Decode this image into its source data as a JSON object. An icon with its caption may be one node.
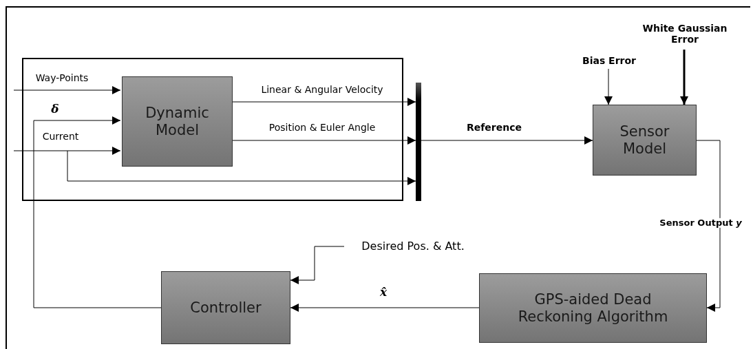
{
  "diagram": {
    "nodes": [
      {
        "text": [],
        "shape": "box"
      },
      {
        "text": [
          "Dynamic Model"
        ],
        "in": 0
      },
      {
        "text": [],
        "shape": "bar"
      },
      {
        "text": [
          "Bias Error"
        ]
      },
      {
        "text": [
          "White Gaussian Error"
        ]
      },
      {
        "text": [
          "Sensor Model"
        ]
      },
      {
        "text": [
          "Desired Pos. & Att."
        ]
      },
      {
        "text": [
          "Controller"
        ]
      },
      {
        "text": [
          "GPS-aided Dead Reckoning Algorithm"
        ]
      }
    ],
    "edges": [
      {
        "from": null,
        "to": 1,
        "arrow": "to",
        "label": "Way-Points"
      },
      {
        "from": 7,
        "to": 1,
        "arrow": "to",
        "label": "δ"
      },
      {
        "from": null,
        "to": 1,
        "arrow": "to",
        "label": "Current"
      },
      {
        "from": null,
        "to": 2,
        "arrow": "to"
      },
      {
        "from": 1,
        "to": 2,
        "arrow": "to",
        "label": "Linear & Angular Velocity"
      },
      {
        "from": 1,
        "to": 2,
        "arrow": "to",
        "label": "Position & Euler Angle"
      },
      {
        "from": 2,
        "to": 5,
        "arrow": "to",
        "label": "Reference"
      },
      {
        "from": 3,
        "to": 5,
        "arrow": "to"
      },
      {
        "from": 4,
        "to": 5,
        "arrow": "to",
        "style": "thick"
      },
      {
        "from": 5,
        "to": 8,
        "arrow": "to",
        "label": "Sensor Output *y*"
      },
      {
        "from": 8,
        "to": 7,
        "arrow": "to",
        "label": "x̂"
      },
      {
        "from": 6,
        "to": 7,
        "arrow": "to"
      }
    ]
  }
}
